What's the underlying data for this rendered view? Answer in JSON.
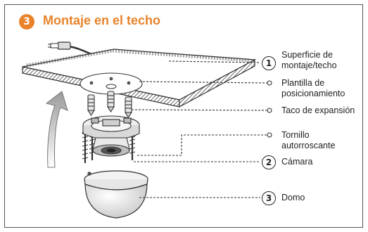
{
  "step": {
    "number": "3",
    "title": "Montaje en el techo"
  },
  "labels": {
    "surface_num": "1",
    "surface": "Superficie de\nmontaje/techo",
    "template": "Plantilla de\nposicionamiento",
    "anchor": "Taco de expansión",
    "screw": "Tornillo\nautorroscante",
    "camera_num": "2",
    "camera": "Cámara",
    "dome_num": "3",
    "dome": "Domo"
  },
  "colors": {
    "accent": "#e8832a",
    "line": "#222222"
  }
}
